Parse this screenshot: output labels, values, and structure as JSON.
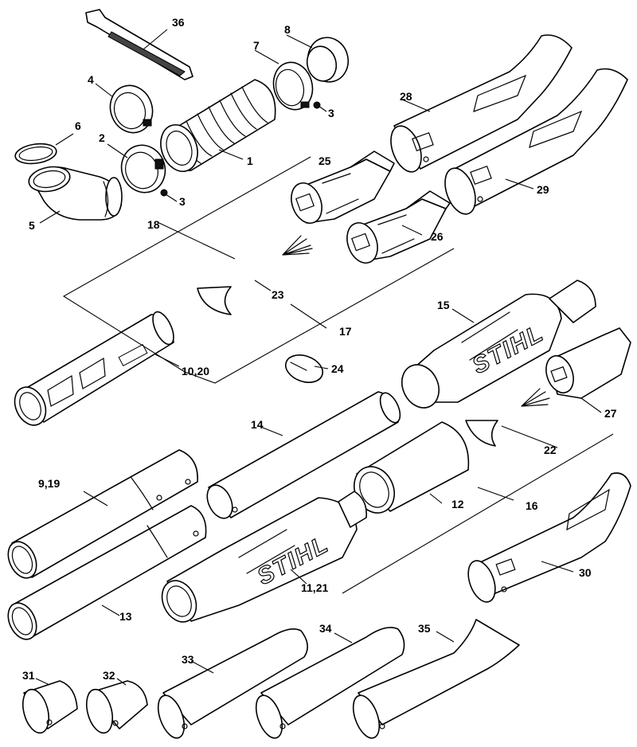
{
  "brand_text": "STIHL",
  "labels": {
    "p1": "1",
    "p2": "2",
    "p3a": "3",
    "p3b": "3",
    "p4": "4",
    "p5": "5",
    "p6": "6",
    "p7": "7",
    "p8": "8",
    "p9_19": "9,19",
    "p10_20": "10,20",
    "p11_21": "11,21",
    "p12": "12",
    "p13": "13",
    "p14": "14",
    "p15": "15",
    "p16": "16",
    "p17": "17",
    "p18": "18",
    "p22": "22",
    "p23": "23",
    "p24": "24",
    "p25": "25",
    "p26": "26",
    "p27": "27",
    "p28": "28",
    "p29": "29",
    "p30": "30",
    "p31": "31",
    "p32": "32",
    "p33": "33",
    "p34": "34",
    "p35": "35",
    "p36": "36"
  }
}
